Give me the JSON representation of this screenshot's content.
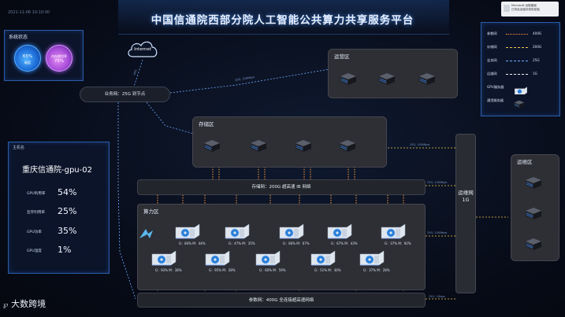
{
  "header": {
    "title": "中国信通院西部分院人工智能公共算力共享服务平台",
    "datetime": "2021-11-06 10:10:00"
  },
  "notification": {
    "title": "Microsoft 远程桌面",
    "body": "已将会话保存到剪贴板"
  },
  "system_status": {
    "title": "系统状态",
    "gauges": [
      {
        "label": "磁盘",
        "value": "65%"
      },
      {
        "label": "内存使用率",
        "value": "75%"
      }
    ]
  },
  "host_info": {
    "title": "主机名",
    "name": "重庆信通院-gpu-02",
    "metrics": [
      {
        "label": "GPU利用率",
        "value": "54%"
      },
      {
        "label": "显存利用率",
        "value": "25%"
      },
      {
        "label": "GPU功率",
        "value": "35%"
      },
      {
        "label": "GPU温度",
        "value": "1%"
      }
    ]
  },
  "internet": {
    "label": "Internet",
    "link_label": "40G"
  },
  "business_net": {
    "label": "业务网：25G 到节点"
  },
  "ops_zone": {
    "title": "运营区",
    "link_label": "25G, 100Mbps"
  },
  "storage_zone": {
    "title": "存储区",
    "net_label": "存储网：200G 超高速 IB 网络",
    "links": [
      "25G, 100Mbps",
      "25G, 100Mbps"
    ]
  },
  "compute_zone": {
    "title": "算力区",
    "links": [
      "25G, 100Mbps"
    ],
    "gpus": [
      {
        "g": "G：84%",
        "m": "M：44%"
      },
      {
        "g": "G：47%",
        "m": "M：35%"
      },
      {
        "g": "G：66%",
        "m": "M：67%"
      },
      {
        "g": "G：67%",
        "m": "M：43%"
      },
      {
        "g": "G：37%",
        "m": "M：92%"
      },
      {
        "g": "G：93%",
        "m": "M：38%"
      },
      {
        "g": "G：95%",
        "m": "M：28%"
      },
      {
        "g": "G：60%",
        "m": "M：59%"
      },
      {
        "g": "G：51%",
        "m": "M：36%"
      },
      {
        "g": "G：37%",
        "m": "M：28%"
      }
    ]
  },
  "param_net": {
    "label": "参数网：400G 全连接超高速网络",
    "link_label": "25G, 1Gbps"
  },
  "ops_net": {
    "label": "运维网 1G"
  },
  "maint_zone": {
    "title": "运维区"
  },
  "legend": {
    "items": [
      {
        "label": "参数网",
        "value": "400G",
        "color": "#ff9a3c",
        "style": "dotted"
      },
      {
        "label": "存储网",
        "value": "200G",
        "color": "#f0c74a",
        "style": "dashed"
      },
      {
        "label": "业务网",
        "value": "25G",
        "color": "#6fa8ff",
        "style": "dashed"
      },
      {
        "label": "运维网",
        "value": "1G",
        "color": "#f2f2f2",
        "style": "dashed"
      },
      {
        "label": "GPU服务器",
        "value": "",
        "color": "",
        "style": "gpu-icon"
      },
      {
        "label": "通用服务器",
        "value": "",
        "color": "",
        "style": "server-icon"
      }
    ]
  },
  "watermark": {
    "brand": "大数跨境"
  }
}
